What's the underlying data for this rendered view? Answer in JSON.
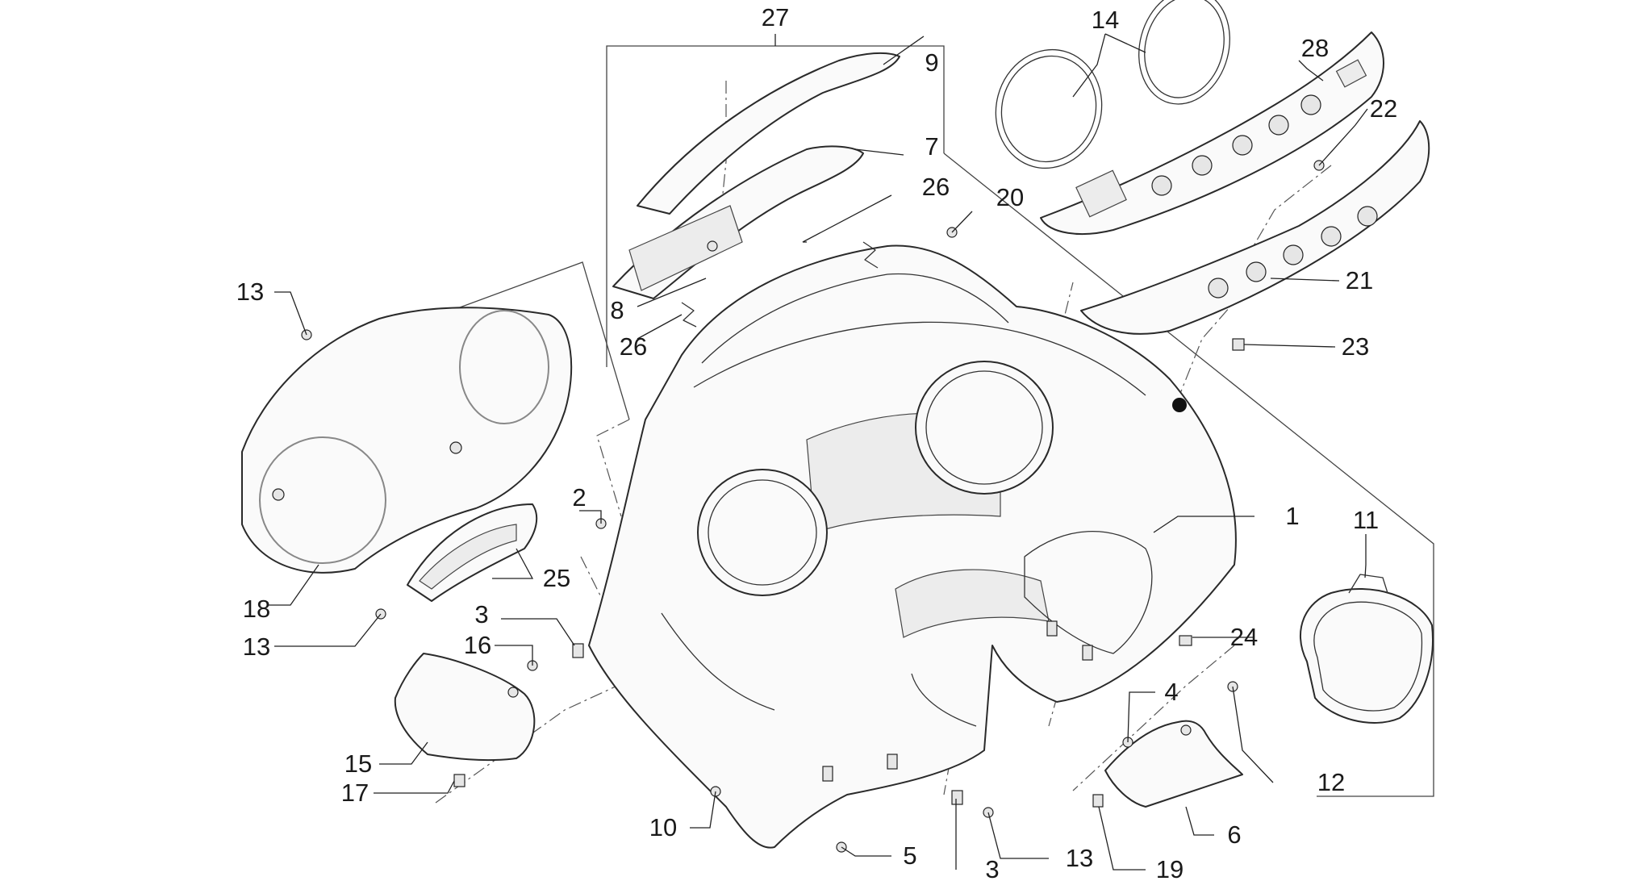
{
  "diagram": {
    "type": "exploded-parts-view",
    "callouts": [
      {
        "id": "c1",
        "label": "1"
      },
      {
        "id": "c2",
        "label": "2"
      },
      {
        "id": "c3a",
        "label": "3"
      },
      {
        "id": "c3b",
        "label": "3"
      },
      {
        "id": "c4",
        "label": "4"
      },
      {
        "id": "c5",
        "label": "5"
      },
      {
        "id": "c6",
        "label": "6"
      },
      {
        "id": "c7",
        "label": "7"
      },
      {
        "id": "c8",
        "label": "8"
      },
      {
        "id": "c9",
        "label": "9"
      },
      {
        "id": "c10",
        "label": "10"
      },
      {
        "id": "c11",
        "label": "11"
      },
      {
        "id": "c12",
        "label": "12"
      },
      {
        "id": "c13a",
        "label": "13"
      },
      {
        "id": "c13b",
        "label": "13"
      },
      {
        "id": "c13c",
        "label": "13"
      },
      {
        "id": "c14",
        "label": "14"
      },
      {
        "id": "c15",
        "label": "15"
      },
      {
        "id": "c16",
        "label": "16"
      },
      {
        "id": "c17",
        "label": "17"
      },
      {
        "id": "c18",
        "label": "18"
      },
      {
        "id": "c19",
        "label": "19"
      },
      {
        "id": "c20",
        "label": "20"
      },
      {
        "id": "c21",
        "label": "21"
      },
      {
        "id": "c22",
        "label": "22"
      },
      {
        "id": "c23",
        "label": "23"
      },
      {
        "id": "c24",
        "label": "24"
      },
      {
        "id": "c25",
        "label": "25"
      },
      {
        "id": "c26a",
        "label": "26"
      },
      {
        "id": "c26b",
        "label": "26"
      },
      {
        "id": "c27",
        "label": "27"
      },
      {
        "id": "c28",
        "label": "28"
      }
    ]
  }
}
